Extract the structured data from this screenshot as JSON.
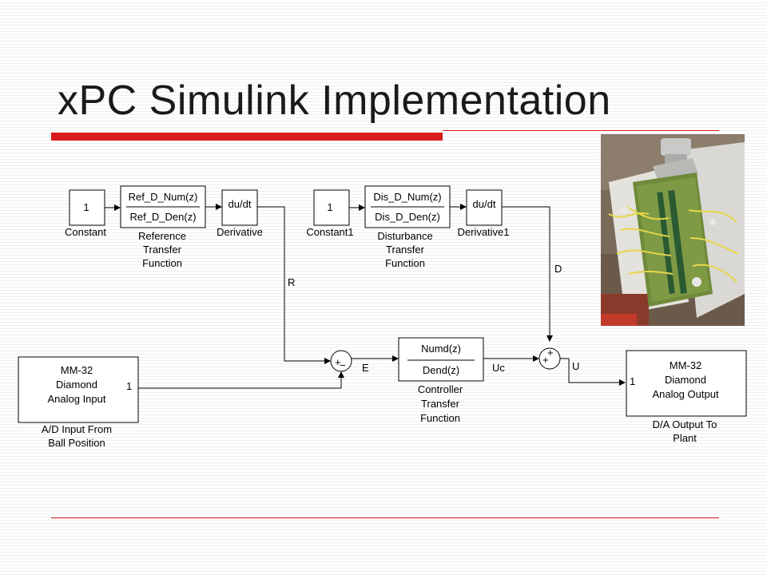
{
  "slide": {
    "title": "xPC Simulink Implementation"
  },
  "diagram": {
    "constant_1": {
      "value": "1",
      "label": "Constant"
    },
    "ref_tf": {
      "num": "Ref_D_Num(z)",
      "den": "Ref_D_Den(z)",
      "label": [
        "Reference",
        "Transfer",
        "Function"
      ]
    },
    "derivative_1": {
      "text": "du/dt",
      "label": "Derivative"
    },
    "constant_2": {
      "value": "1",
      "label": "Constant1"
    },
    "dist_tf": {
      "num": "Dis_D_Num(z)",
      "den": "Dis_D_Den(z)",
      "label": [
        "Disturbance",
        "Transfer",
        "Function"
      ]
    },
    "derivative_2": {
      "text": "du/dt",
      "label": "Derivative1"
    },
    "signal_r": "R",
    "signal_d": "D",
    "signal_e": "E",
    "signal_uc": "Uc",
    "signal_u": "U",
    "sum_1": {
      "plus_top": "+",
      "minus": "−"
    },
    "sum_2": {
      "plus_top": "+",
      "plus_left": "+"
    },
    "controller": {
      "num": "Numd(z)",
      "den": "Dend(z)",
      "label": [
        "Controller",
        "Transfer",
        "Function"
      ]
    },
    "ad_block": {
      "lines": [
        "MM-32",
        "Diamond",
        "Analog Input"
      ],
      "port": "1",
      "label": [
        "A/D Input From",
        "Ball Position"
      ]
    },
    "da_block": {
      "lines": [
        "MM-32",
        "Diamond",
        "Analog Output"
      ],
      "port": "1",
      "label": [
        "D/A Output To",
        "Plant"
      ]
    }
  }
}
